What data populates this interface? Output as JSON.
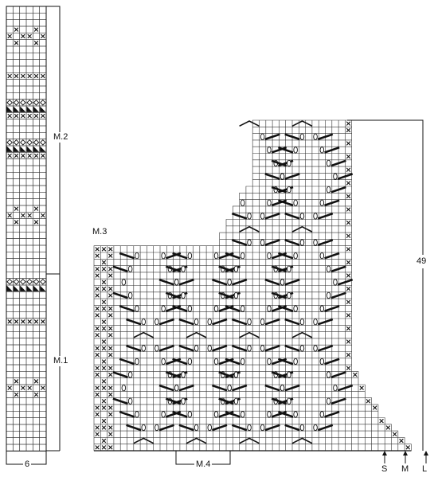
{
  "labels": {
    "m2": "M.2",
    "m1": "M.1",
    "m3": "M.3",
    "m4": "M.4",
    "six": "6",
    "fortynine": "49",
    "size_s": "S",
    "size_m": "M",
    "size_l": "L"
  },
  "colors": {
    "ink": "#111111",
    "grid": "#333333",
    "background": "#ffffff"
  },
  "symbols": [
    "cross-stitch",
    "diamond-stitch",
    "triangle-stitch",
    "slant-stitch",
    "yarn-over-oval",
    "chevron-stitch"
  ]
}
